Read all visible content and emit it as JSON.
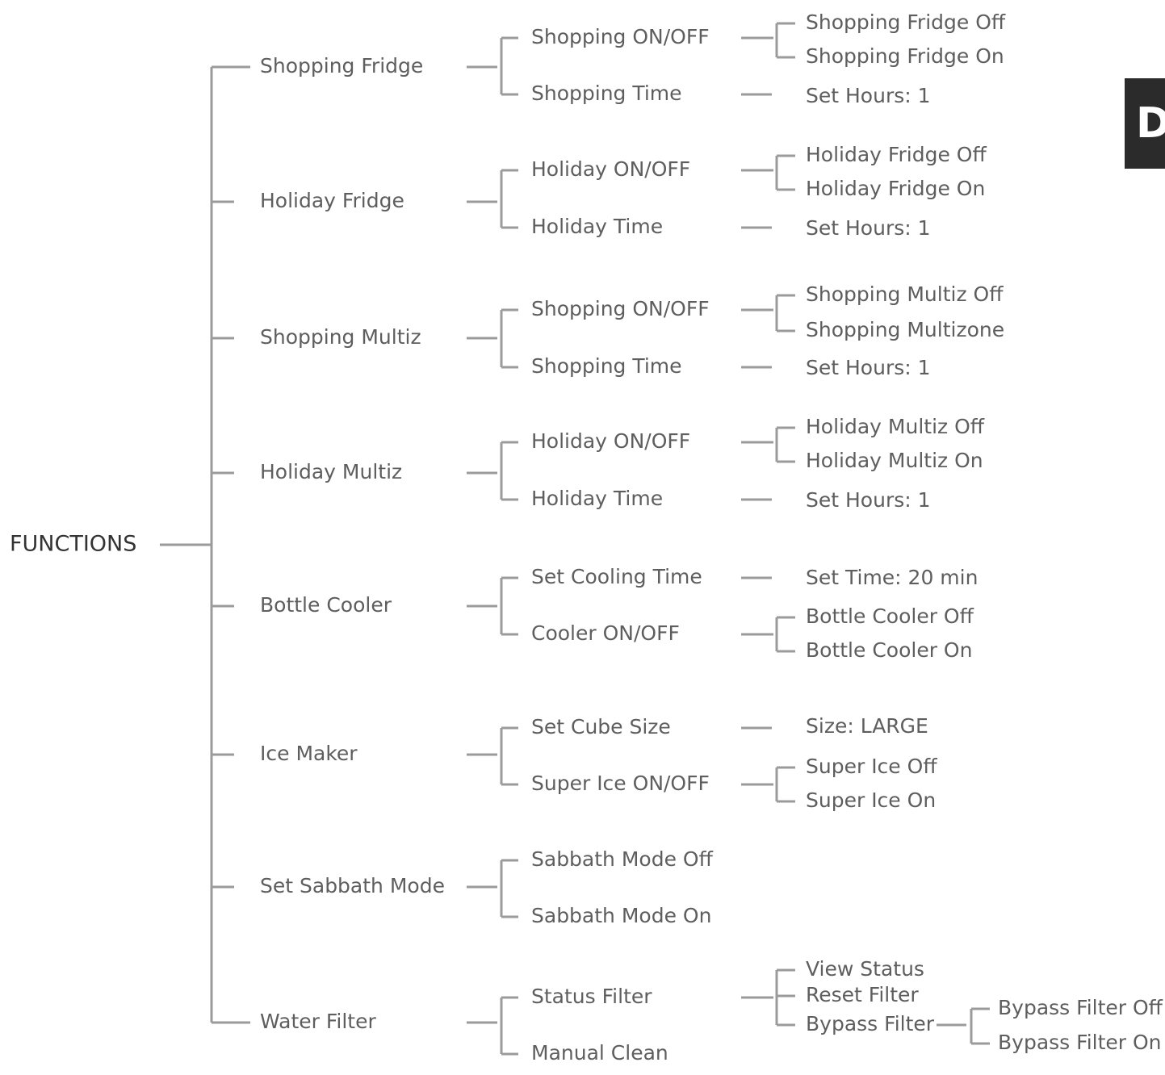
{
  "root": "FUNCTIONS",
  "section_tab": "D",
  "colors": {
    "line": "#9b9b9b",
    "text": "#5e5e5e",
    "tab_bg": "#2b2b2b"
  },
  "groups": [
    {
      "label": "Shopping Fridge",
      "children": [
        {
          "label": "Shopping ON/OFF",
          "options": [
            "Shopping Fridge Off",
            "Shopping Fridge On"
          ]
        },
        {
          "label": "Shopping Time",
          "value": "Set Hours: 1"
        }
      ]
    },
    {
      "label": "Holiday Fridge",
      "children": [
        {
          "label": "Holiday ON/OFF",
          "options": [
            "Holiday Fridge Off",
            "Holiday Fridge On"
          ]
        },
        {
          "label": "Holiday Time",
          "value": "Set Hours: 1"
        }
      ]
    },
    {
      "label": "Shopping Multiz",
      "children": [
        {
          "label": "Shopping ON/OFF",
          "options": [
            "Shopping Multiz Off",
            "Shopping Multizone"
          ]
        },
        {
          "label": "Shopping Time",
          "value": "Set Hours: 1"
        }
      ]
    },
    {
      "label": "Holiday Multiz",
      "children": [
        {
          "label": "Holiday ON/OFF",
          "options": [
            "Holiday Multiz Off",
            "Holiday Multiz On"
          ]
        },
        {
          "label": "Holiday Time",
          "value": "Set Hours: 1"
        }
      ]
    },
    {
      "label": "Bottle Cooler",
      "children": [
        {
          "label": "Set Cooling Time",
          "value": "Set Time: 20 min"
        },
        {
          "label": "Cooler ON/OFF",
          "options": [
            "Bottle Cooler Off",
            "Bottle Cooler On"
          ]
        }
      ]
    },
    {
      "label": "Ice Maker",
      "children": [
        {
          "label": "Set Cube Size",
          "value": "Size: LARGE"
        },
        {
          "label": "Super Ice ON/OFF",
          "options": [
            "Super Ice Off",
            "Super Ice On"
          ]
        }
      ]
    },
    {
      "label": "Set Sabbath Mode",
      "children": [
        {
          "label": "Sabbath Mode Off"
        },
        {
          "label": "Sabbath Mode On"
        }
      ]
    },
    {
      "label": "Water Filter",
      "children": [
        {
          "label": "Status Filter",
          "options": [
            "View Status",
            "Reset Filter",
            "Bypass Filter"
          ],
          "sub": {
            "label": "Bypass Filter",
            "options": [
              "Bypass Filter Off",
              "Bypass Filter On"
            ]
          }
        },
        {
          "label": "Manual Clean"
        }
      ]
    }
  ]
}
